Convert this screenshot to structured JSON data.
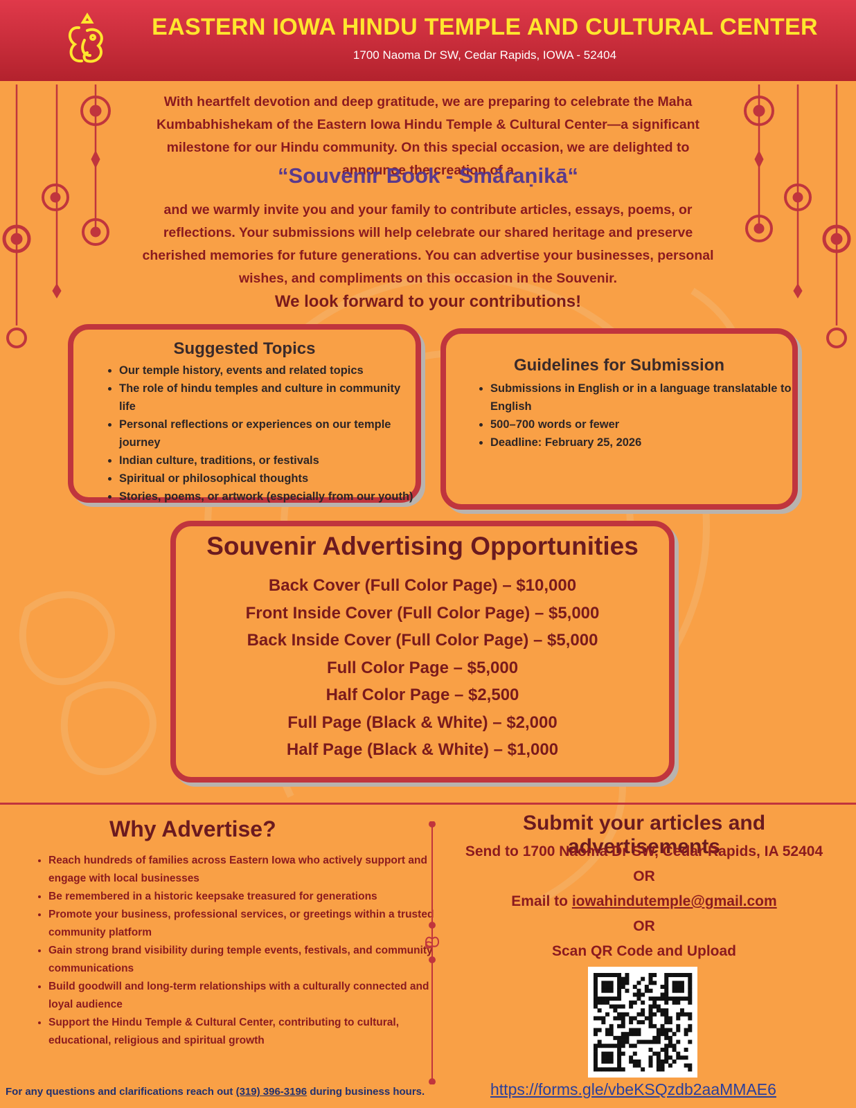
{
  "header": {
    "title": "EASTERN IOWA HINDU TEMPLE AND CULTURAL CENTER",
    "address": "1700 Naoma Dr SW, Cedar Rapids, IOWA - 52404"
  },
  "intro": {
    "paragraph1": "With heartfelt devotion and deep gratitude, we are preparing to celebrate the Maha Kumbabhishekam of the Eastern Iowa Hindu Temple & Cultural Center—a significant milestone for our Hindu community. On this special occasion, we are delighted to announce the creation of a",
    "souvenir_title": "“Souvenir Book - Smāraṇikā“",
    "paragraph2": "and we warmly invite you and your family to contribute articles, essays, poems, or reflections. Your submissions will help celebrate our shared heritage and preserve cherished memories for future generations. You can advertise your businesses, personal wishes, and compliments on this occasion in the Souvenir.",
    "contributions": "We look forward to your contributions!"
  },
  "topics": {
    "title": "Suggested Topics",
    "items": [
      "Our temple history, events and related topics",
      "The role of hindu temples and culture in community life",
      "Personal reflections or experiences on our temple journey",
      "Indian culture, traditions, or festivals",
      "Spiritual or philosophical thoughts",
      "Stories, poems, or artwork (especially from our youth)"
    ]
  },
  "guidelines": {
    "title": "Guidelines for Submission",
    "items": [
      "Submissions in English or in a language translatable to English",
      "500–700 words or fewer",
      "Deadline: February 25, 2026"
    ]
  },
  "ads": {
    "title": "Souvenir Advertising Opportunities",
    "items": [
      "Back Cover (Full Color Page) – $10,000",
      "Front Inside Cover (Full Color Page) – $5,000",
      "Back Inside Cover (Full Color Page) – $5,000",
      "Full Color Page – $5,000",
      "Half Color Page – $2,500",
      "Full Page (Black & White) – $2,000",
      "Half Page (Black & White) – $1,000"
    ]
  },
  "why": {
    "title": "Why Advertise?",
    "items": [
      "Reach hundreds of families across Eastern Iowa who actively support and engage with local businesses",
      "Be remembered in a historic keepsake treasured for generations",
      "Promote your business, professional services, or greetings within a trusted community platform",
      "Gain strong brand visibility during temple events, festivals, and community communications",
      "Build goodwill and long-term relationships with a culturally connected and loyal audience",
      "Support the Hindu Temple & Cultural Center, contributing to cultural, educational, religious and spiritual growth"
    ]
  },
  "submit": {
    "title": "Submit your articles and advertisements",
    "send_to": "Send to 1700 Naoma Dr SW, Cedar Rapids, IA 52404",
    "or1": "OR",
    "email_prefix": "Email to ",
    "email": "iowahindutemple@gmail.com",
    "or2": "OR",
    "scan": "Scan QR Code and Upload"
  },
  "footer": {
    "text_before": "For any questions and clarifications reach out ",
    "phone": "(319) 396-3196",
    "text_after": " during business hours.",
    "form_url": "https://forms.gle/vbeKSQzdb2aaMMAE6"
  },
  "colors": {
    "header_red": "#c62c38",
    "title_yellow": "#ffe62e",
    "background_orange": "#f9a046",
    "box_border": "#c0353d",
    "heading_purple": "#5a3a8c",
    "text_dark_red": "#8b1a1f"
  },
  "icons": {
    "logo": "ganesha-logo-icon",
    "decorations": "diya-hanging-ornament-icon",
    "qr": "qr-code-icon"
  }
}
